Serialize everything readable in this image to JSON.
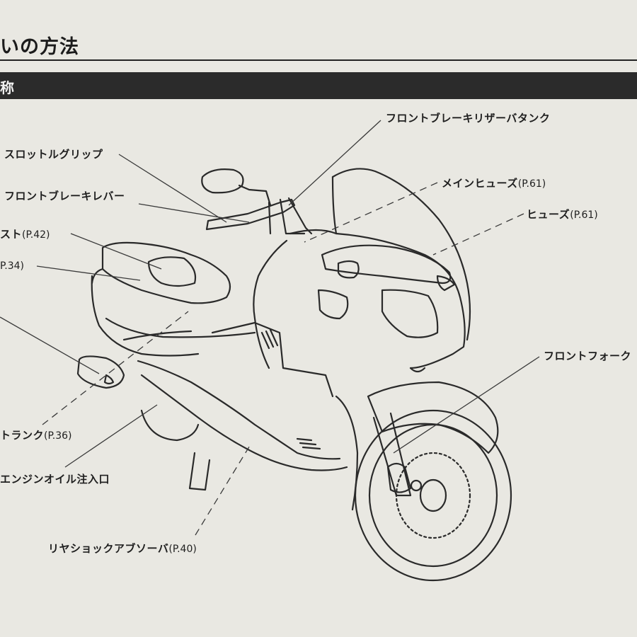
{
  "header": {
    "title": "いの方法",
    "section": "称"
  },
  "labels": {
    "front_brake_reservoir": "フロントブレーキリザーバタンク",
    "throttle_grip": "スロットルグリップ",
    "main_fuse": "メインヒューズ",
    "main_fuse_ref": "(P.61)",
    "front_brake_lever": "フロントブレーキレバー",
    "fuse": "ヒューズ",
    "fuse_ref": "(P.61)",
    "rest": "スト",
    "rest_ref": "(P.42)",
    "p34_ref": "P.34)",
    "front_fork": "フロントフォーク",
    "trunk": "トランク",
    "trunk_ref": "(P.36)",
    "engine_oil_filler": "エンジンオイル注入口",
    "rear_shock_absorber": "リヤショックアブソーバ",
    "rear_shock_absorber_ref": "(P.40)"
  }
}
